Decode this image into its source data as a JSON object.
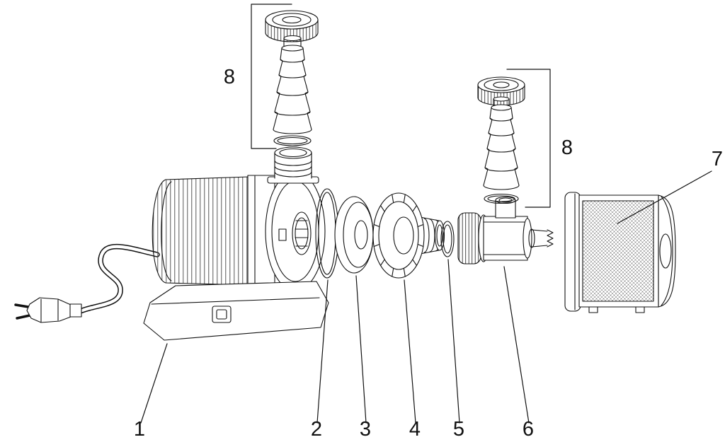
{
  "diagram": {
    "type": "exploded-parts-diagram",
    "background_color": "#ffffff",
    "line_color": "#111111",
    "labels": [
      {
        "part": "pump-motor-unit-with-base-and-cable",
        "text": "1"
      },
      {
        "part": "large-o-ring",
        "text": "2"
      },
      {
        "part": "cover-disc",
        "text": "3"
      },
      {
        "part": "pump-housing-cover",
        "text": "4"
      },
      {
        "part": "small-o-ring",
        "text": "5"
      },
      {
        "part": "hose-connector-fitting",
        "text": "6"
      },
      {
        "part": "filter-cage",
        "text": "7"
      },
      {
        "part": "hose-adapter-set-top",
        "text": "8"
      },
      {
        "part": "hose-adapter-set-right",
        "text": "8"
      }
    ]
  }
}
